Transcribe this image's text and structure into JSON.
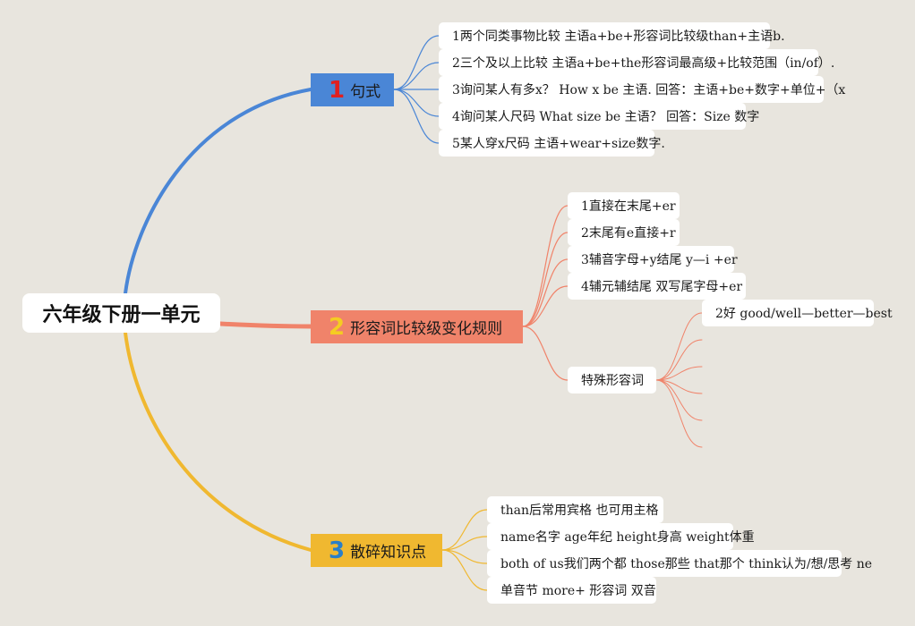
{
  "root": {
    "label": "六年级下册一单元"
  },
  "colors": {
    "blue": "#4a86d6",
    "orange": "#f0836a",
    "yellow": "#f0b830",
    "background": "#e8e5de"
  },
  "branches": [
    {
      "number": "1",
      "label": "句式",
      "items": [
        "1两个同类事物比较 主语a+be+形容词比较级than+主语b.",
        "2三个及以上比较 主语a+be+the形容词最高级+比较范围（in/of）.",
        "3询问某人有多x？ How x be 主语. 回答：主语+be+数字+单位+（x",
        "4询问某人尺码 What size be 主语？ 回答：Size 数字",
        "5某人穿x尺码 主语+wear+size数字."
      ]
    },
    {
      "number": "2",
      "label": "形容词比较级变化规则",
      "items": [
        "1直接在末尾+er",
        "2末尾有e直接+r",
        "3辅音字母+y结尾 y—i +er",
        "4辅元辅结尾 双写尾字母+er"
      ],
      "special": {
        "label": "特殊形容词",
        "items": [
          "2好 good/well—better—best"
        ]
      }
    },
    {
      "number": "3",
      "label": "散碎知识点",
      "items": [
        "than后常用宾格 也可用主格",
        "name名字 age年纪 height身高 weight体重",
        "both of us我们两个都 those那些 that那个 think认为/想/思考 ne",
        "单音节 more+ 形容词 双音"
      ]
    }
  ]
}
